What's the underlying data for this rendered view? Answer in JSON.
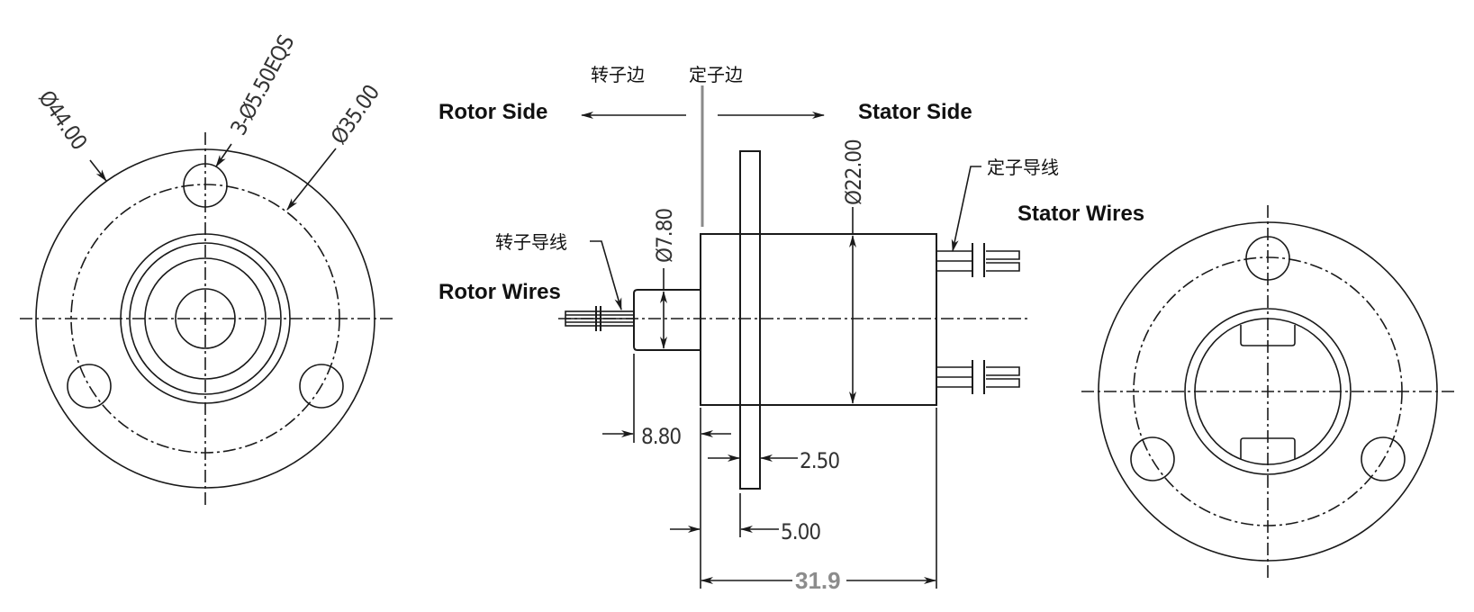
{
  "title": "Slip ring dimensional drawing",
  "colors": {
    "line": "#1a1a1a",
    "dim_gray": "#8c8c8c",
    "divider": "#8a8a8a"
  },
  "front_view": {
    "outer_diameter": "Ø44.00",
    "holes": "3-Ø5.50EQS",
    "pcd": "Ø35.00"
  },
  "side_view": {
    "rotor_side_cn": "转子边",
    "stator_side_cn": "定子边",
    "rotor_side_en": "Rotor Side",
    "stator_side_en": "Stator Side",
    "rotor_wires_cn": "转子导线",
    "rotor_wires_en": "Rotor Wires",
    "stator_wires_cn": "定子导线",
    "stator_wires_en": "Stator Wires",
    "shaft_diameter": "Ø7.80",
    "body_diameter": "Ø22.00",
    "shaft_length": "8.80",
    "flange_thickness": "2.50",
    "flange_offset": "5.00",
    "total_length": "31.9"
  }
}
